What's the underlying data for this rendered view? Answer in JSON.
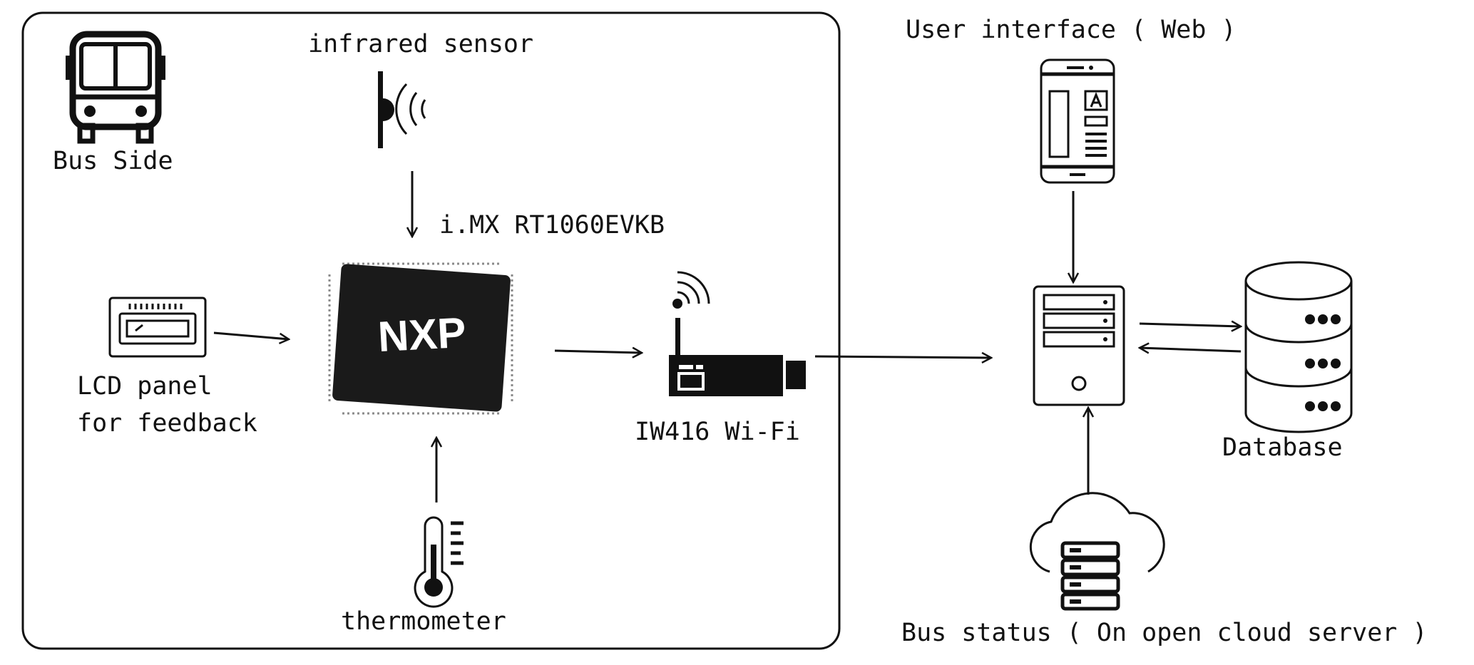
{
  "labels": {
    "bus_side": "Bus Side",
    "infrared_sensor": "infrared sensor",
    "mcu": "i.MX RT1060EVKB",
    "lcd_line1": "LCD panel",
    "lcd_line2": "for feedback",
    "wifi": "IW416 Wi-Fi",
    "thermometer": "thermometer",
    "user_interface": "User interface ( Web )",
    "database": "Database",
    "bus_status": "Bus status ( On open cloud server )",
    "chip_logo": "NXP"
  },
  "colors": {
    "ink": "#111111",
    "background": "#ffffff"
  },
  "icons": [
    "bus-icon",
    "infrared-sensor-icon",
    "nxp-chip-icon",
    "lcd-panel-icon",
    "wifi-module-icon",
    "thermometer-icon",
    "phone-ui-icon",
    "server-icon",
    "database-icon",
    "cloud-server-icon"
  ]
}
